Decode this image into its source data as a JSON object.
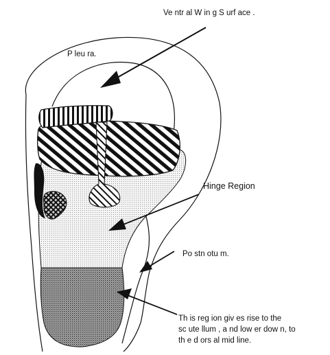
{
  "labels": {
    "ventral_wing_surface": "Ve ntr al W in g S urf ace .",
    "pleura": "P leu ra.",
    "hinge_region": "Hinge Region",
    "postnotum": "Po stn otu m.",
    "region_note_line1": "Th is reg ion giv es rise to the",
    "region_note_line2": "sc ute llum , a nd low er dow n, to",
    "region_note_line3": "th e d ors al mid line."
  }
}
